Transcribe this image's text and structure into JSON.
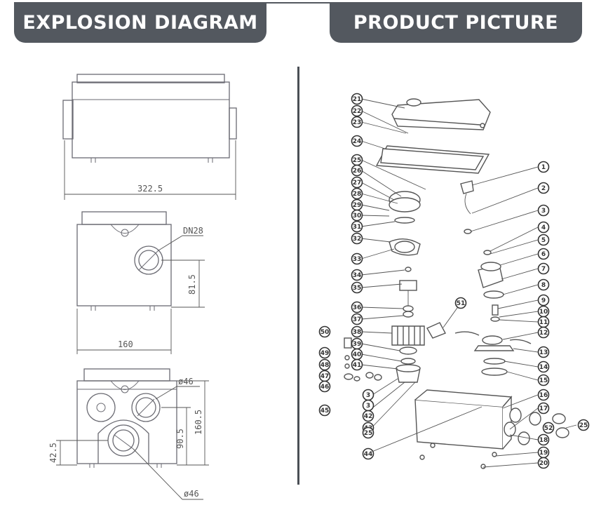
{
  "headers": {
    "left": "EXPLOSION DIAGRAM",
    "right": "PRODUCT PICTURE"
  },
  "dimensions": {
    "top_width": "322.5",
    "dn_label": "DN28",
    "side_height": "81.5",
    "side_width": "160",
    "outlet_dia_top": "ø46",
    "height_total": "160.5",
    "height_mid": "90.5",
    "height_low": "42.5",
    "outlet_dia_bottom": "ø46"
  },
  "part_numbers": {
    "left": [
      "21",
      "22",
      "23",
      "24",
      "25",
      "26",
      "27",
      "28",
      "29",
      "30",
      "31",
      "32",
      "33",
      "34",
      "35",
      "36",
      "37",
      "38",
      "39",
      "40",
      "41",
      "50",
      "49",
      "48",
      "47",
      "46",
      "3",
      "45",
      "3",
      "42",
      "43",
      "25",
      "44"
    ],
    "right": [
      "1",
      "2",
      "3",
      "4",
      "5",
      "6",
      "7",
      "8",
      "9",
      "10",
      "11",
      "12",
      "13",
      "14",
      "15",
      "16",
      "17",
      "18",
      "19",
      "20",
      "51",
      "52",
      "25"
    ]
  },
  "colors": {
    "header_bg": "#53585f",
    "header_text": "#ffffff",
    "line": "#6a6a72"
  }
}
